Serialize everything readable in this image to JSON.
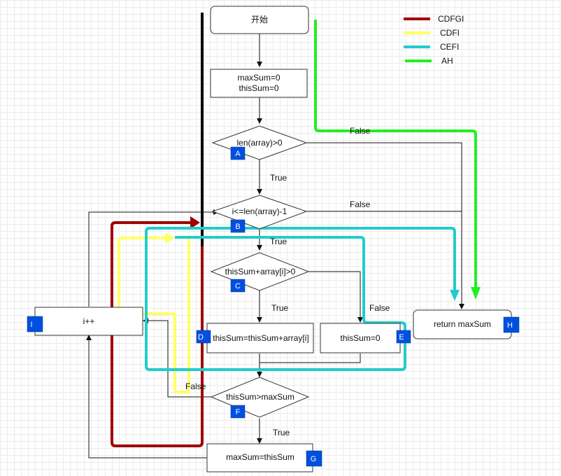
{
  "nodes": {
    "start": "开始",
    "init_line1": "maxSum=0",
    "init_line2": "thisSum=0",
    "cond_a": "len(array)>0",
    "cond_b": "i<=len(array)-1",
    "cond_c": "thisSum+array[i]>0",
    "proc_d": "thisSum=thisSum+array[i]",
    "proc_e": "thisSum=0",
    "cond_f": "thisSum>maxSum",
    "proc_g": "maxSum=thisSum",
    "proc_h": "return maxSum",
    "proc_i": "i++"
  },
  "badges": {
    "a": "A",
    "b": "B",
    "c": "C",
    "d": "D",
    "e": "E",
    "f": "F",
    "g": "G",
    "h": "H",
    "i": "I"
  },
  "edge_labels": {
    "a_false": "False",
    "a_true": "True",
    "b_false": "False",
    "b_true": "True",
    "c_true": "True",
    "c_false": "False",
    "f_false": "False",
    "f_true": "True"
  },
  "legend": [
    {
      "label": "CDFGI",
      "color": "#a00000"
    },
    {
      "label": "CDFI",
      "color": "#ffff66"
    },
    {
      "label": "CEFI",
      "color": "#22cccc"
    },
    {
      "label": "AH",
      "color": "#22ee22"
    }
  ],
  "colors": {
    "badge": "#0050e0",
    "path_cdfgi": "#a00000",
    "path_cdfi": "#ffff66",
    "path_cefi": "#22cccc",
    "path_ah": "#22ee22"
  }
}
